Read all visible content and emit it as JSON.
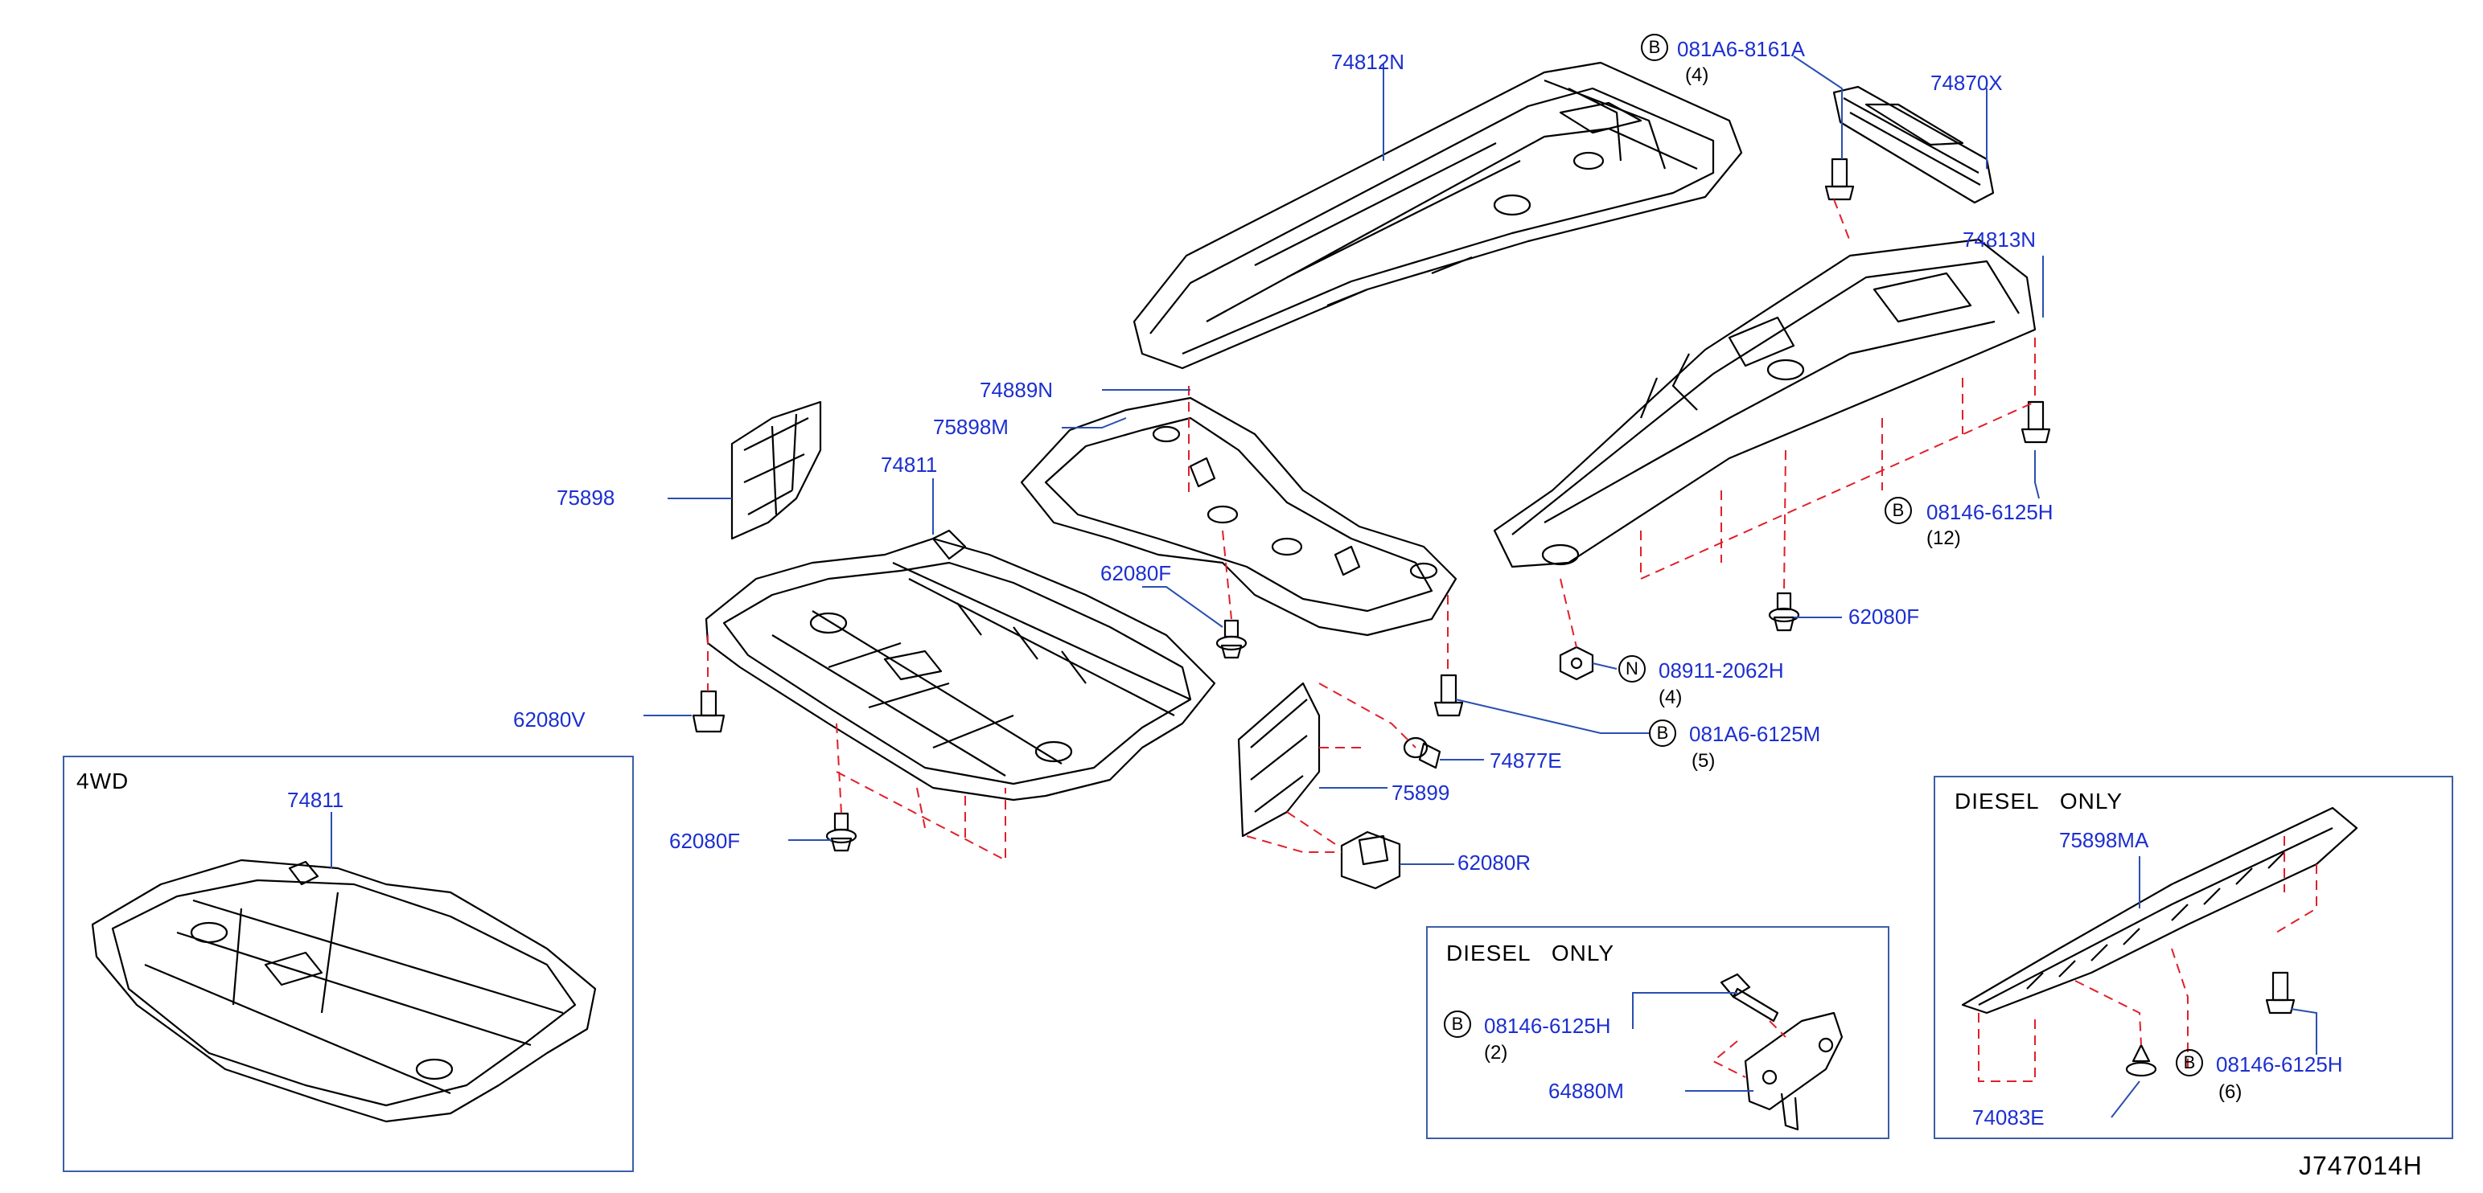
{
  "diagram_code": "J747014H",
  "parts": {
    "p74812N": "74812N",
    "p081A6_8161A": "081A6-8161A",
    "q081A6_8161A": "(4)",
    "p74870X": "74870X",
    "p74813N": "74813N",
    "p74889N": "74889N",
    "p75898M": "75898M",
    "p75898": "75898",
    "p74811": "74811",
    "p62080F_a": "62080F",
    "p08146_6125H": "08146-6125H",
    "q08146_6125H": "(12)",
    "p62080F_b": "62080F",
    "p62080V": "62080V",
    "p08911_2062H": "08911-2062H",
    "q08911_2062H": "(4)",
    "p081A6_6125M": "081A6-6125M",
    "q081A6_6125M": "(5)",
    "p74877E": "74877E",
    "p75899": "75899",
    "p62080F_c": "62080F",
    "p62080R": "62080R"
  },
  "badges": {
    "bolt": "B",
    "nut": "N"
  },
  "box_4wd": {
    "title": "4WD",
    "part": "74811"
  },
  "box_diesel_mid": {
    "title": "DIESEL   ONLY",
    "bolt": "08146-6125H",
    "bolt_qty": "(2)",
    "part": "64880M"
  },
  "box_diesel_right": {
    "title": "DIESEL   ONLY",
    "part_top": "75898MA",
    "bolt": "08146-6125H",
    "bolt_qty": "(6)",
    "part_bottom": "74083E"
  },
  "colors": {
    "label": "#1c2fd0",
    "leader": "#2a4fb0",
    "dash": "#e0202a",
    "frame": "#3b5ea8",
    "line": "#000000"
  }
}
